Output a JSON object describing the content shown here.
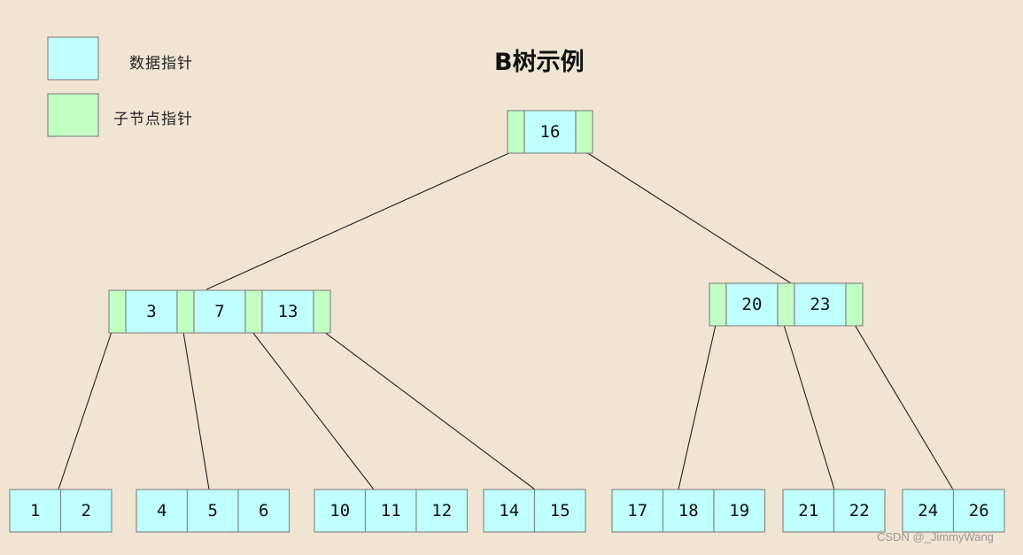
{
  "title": "B树示例",
  "legend": [
    {
      "label": "数据指针",
      "color": "#bfffff"
    },
    {
      "label": "子节点指针",
      "color": "#c2ffc2"
    }
  ],
  "colors": {
    "background": "#efe5d2",
    "data_cell": "#bfffff",
    "pointer_cell": "#c2ffc2",
    "border": "#8a8a8a",
    "edge": "#222222"
  },
  "tree": {
    "root": {
      "keys": [
        "16"
      ]
    },
    "level1": [
      {
        "keys": [
          "3",
          "7",
          "13"
        ]
      },
      {
        "keys": [
          "20",
          "23"
        ]
      }
    ],
    "leaves": [
      {
        "keys": [
          "1",
          "2"
        ]
      },
      {
        "keys": [
          "4",
          "5",
          "6"
        ]
      },
      {
        "keys": [
          "10",
          "11",
          "12"
        ]
      },
      {
        "keys": [
          "14",
          "15"
        ]
      },
      {
        "keys": [
          "17",
          "18",
          "19"
        ]
      },
      {
        "keys": [
          "21",
          "22"
        ]
      },
      {
        "keys": [
          "24",
          "26"
        ]
      }
    ]
  },
  "watermark": "CSDN @_JimmyWang"
}
